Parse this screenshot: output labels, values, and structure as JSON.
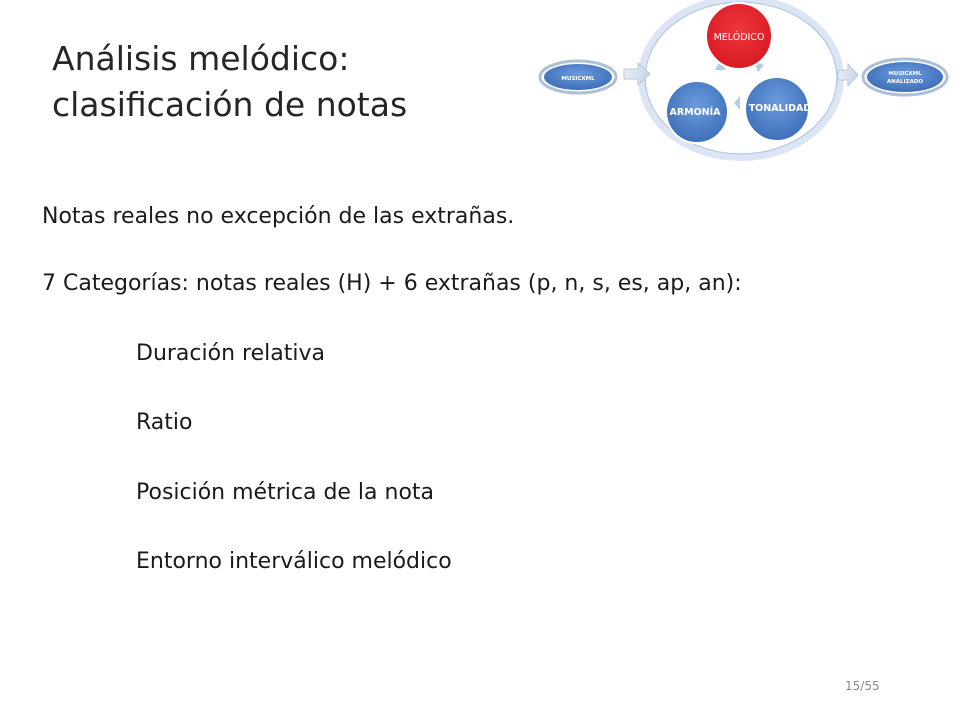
{
  "slide": {
    "title_line1": "Análisis melódico:",
    "title_line2": "clasificación de notas",
    "page_number": "15/55"
  },
  "diagram": {
    "input_label": "MUSICXML",
    "output_label_line1": "MUSICXML",
    "output_label_line2": "ANALIZADO",
    "node_melodico": "MELÓDICO",
    "node_armonia": "ARMONÍA",
    "node_tonalidad": "TONALIDAD",
    "colors": {
      "melodico": "#e8202a",
      "blue_node": "#4a7fc9",
      "ring": "#c6d6ee"
    }
  },
  "content": {
    "line1": "Notas reales no excepción de las extrañas.",
    "line2": "7 Categorías: notas reales (H) + 6 extrañas (p, n, s, es, ap, an):",
    "items": [
      "Duración relativa",
      "Ratio",
      "Posición métrica de la nota",
      "Entorno interválico melódico"
    ]
  }
}
